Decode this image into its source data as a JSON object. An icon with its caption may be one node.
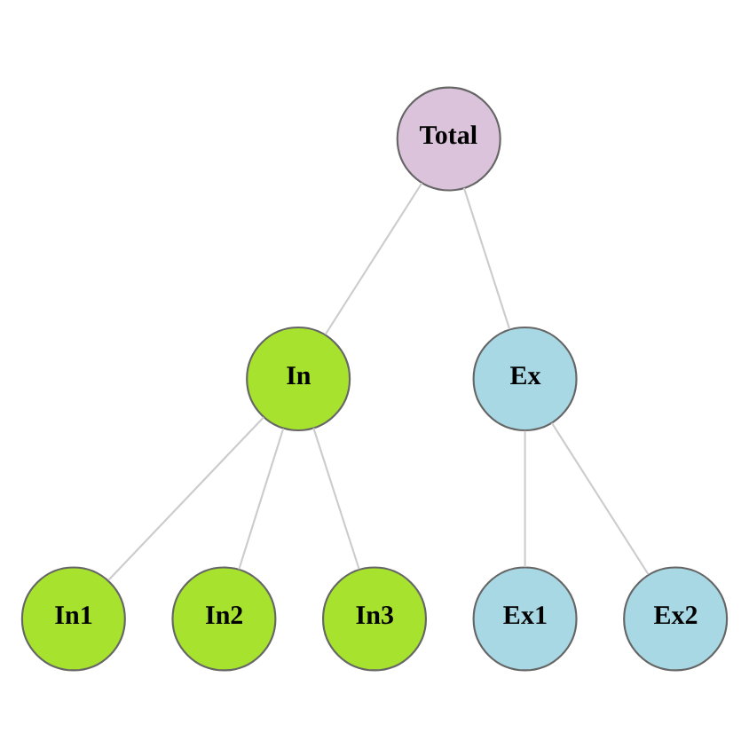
{
  "diagram": {
    "nodes": [
      {
        "text": [
          "Total"
        ]
      },
      {
        "text": [
          "In"
        ]
      },
      {
        "text": [
          "Ex"
        ]
      },
      {
        "text": [
          "In1"
        ]
      },
      {
        "text": [
          "In2"
        ]
      },
      {
        "text": [
          "In3"
        ]
      },
      {
        "text": [
          "Ex1"
        ]
      },
      {
        "text": [
          "Ex2"
        ]
      }
    ],
    "edges": [
      {
        "from": 0,
        "to": 1,
        "arrow": "none"
      },
      {
        "from": 0,
        "to": 2,
        "arrow": "none"
      },
      {
        "from": 1,
        "to": 3,
        "arrow": "none"
      },
      {
        "from": 1,
        "to": 4,
        "arrow": "none"
      },
      {
        "from": 1,
        "to": 5,
        "arrow": "none"
      },
      {
        "from": 2,
        "to": 6,
        "arrow": "none"
      },
      {
        "from": 2,
        "to": 7,
        "arrow": "none"
      }
    ]
  }
}
